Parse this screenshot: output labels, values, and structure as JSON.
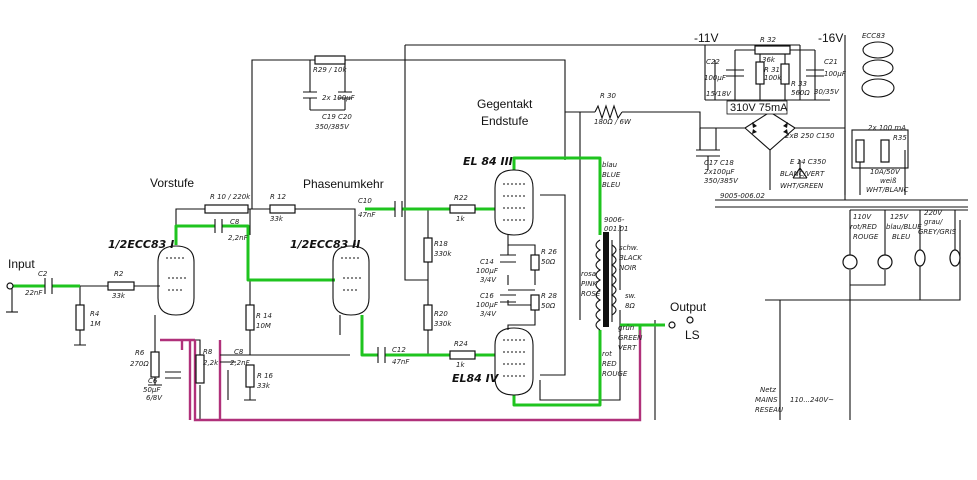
{
  "labels": {
    "input": "Input",
    "vorstufe": "Vorstufe",
    "phase": "Phasenumkehr",
    "gegentakt_1": "Gegentakt",
    "gegentakt_2": "Endstufe",
    "output": "Output",
    "ls": "LS",
    "v11": "-11V",
    "v16": "-16V",
    "hv": "310V 75mA"
  },
  "tubes": {
    "v1": "1/2ECC83 I",
    "v2": "1/2ECC83 II",
    "v3": "EL 84 III",
    "v4": "EL84 IV",
    "v5": "ECC83"
  },
  "parts": {
    "c2": "C2",
    "c2v": "22nF",
    "r2": "R2",
    "r2v": "33k",
    "r4": "R4",
    "r4v": "1M",
    "r6": "R6",
    "r6v": "270Ω",
    "c6": "C6",
    "c6v": "50µF",
    "c6v2": "6/8V",
    "r8": "R8",
    "r8v": "2,2k",
    "c8b": "C8",
    "c8bv": "2,2nF",
    "r10": "R 10 / 220k",
    "c8": "C8",
    "c8v": "2,2nF",
    "r12": "R 12",
    "r12v": "33k",
    "r14": "R 14",
    "r14v": "10M",
    "r16": "R 16",
    "r16v": "33k",
    "c10": "C10",
    "c10v": "47nF",
    "c12": "C12",
    "c12v": "47nF",
    "r18": "R18",
    "r18v": "330k",
    "r20": "R20",
    "r20v": "330k",
    "r22": "R22",
    "r22v": "1k",
    "r24": "R24",
    "r24v": "1k",
    "r26": "R 26",
    "r26v": "50Ω",
    "r28": "R 28",
    "r28v": "50Ω",
    "c14": "C14",
    "c14v": "100µF",
    "c14v2": "3/4V",
    "c16": "C16",
    "c16v": "100µF",
    "c16v2": "3/4V",
    "r29": "R29 / 10k",
    "c19": "2x 100µF",
    "c19b": "C19  C20",
    "c19v": "350/385V",
    "r30": "R 30",
    "r30v": "180Ω / 6W",
    "c17": "C17  C18",
    "c17v": "2x100µF",
    "c17v2": "350/385V",
    "r32": "R 32",
    "r32v": "36k",
    "r31": "R 31",
    "r31v": "100k",
    "r33": "R 33",
    "r33v": "560Ω",
    "c22": "C22",
    "c22v": "100µF",
    "c22v2": "15/18V",
    "c21": "C21",
    "c21v": "100µF",
    "c21v2": "30/35V",
    "bridge": "2xB 250 C150",
    "diode": "E 14 C350",
    "diode_col": "BLANC/VERT",
    "diode_col2": "WHT/GREEN",
    "fuse": "2x 100 mA",
    "r35": "R35",
    "fuse_col": "10A/50V",
    "fuse_col2": "weiß",
    "fuse_col3": "WHT/BLANC",
    "xfmr": "9005-006.02",
    "tap1": "110V",
    "tap1c": "rot/RED",
    "tap1c2": "ROUGE",
    "tap2": "125V",
    "tap2c": "blau/BLUE",
    "tap2c2": "BLEU",
    "tap3": "220V",
    "tap3c": "grau/",
    "tap3c2": "GREY/GRIS",
    "ot": "9006-",
    "ot2": "001.01",
    "blue": "blau",
    "blue2": "BLUE",
    "blue3": "BLEU",
    "black": "schw.",
    "black2": "BLACK",
    "black3": "NOIR",
    "pink": "rosa",
    "pink2": "PINK",
    "pink3": "ROSE",
    "green": "grün",
    "green2": "GREEN",
    "green3": "VERT",
    "red": "rot",
    "red2": "RED",
    "red3": "ROUGE",
    "ohm": "sw.",
    "ohm2": "8Ω",
    "mains": "Netz",
    "mains2": "MAINS",
    "mains3": "RESEAU",
    "mains_v": "110...240V~"
  }
}
